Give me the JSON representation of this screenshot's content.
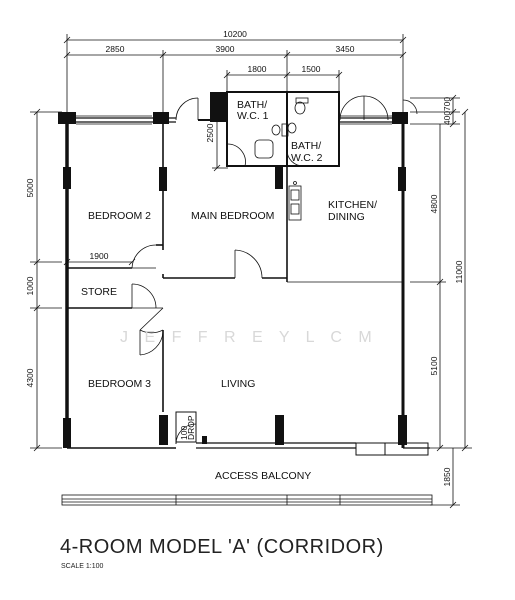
{
  "title": "4-ROOM MODEL 'A' (CORRIDOR)",
  "scale": "SCALE 1:100",
  "watermark": "J E F F R E Y   L C M",
  "rooms": {
    "bedroom2": "BEDROOM 2",
    "main_bedroom": "MAIN BEDROOM",
    "bath_wc1_line1": "BATH/",
    "bath_wc1_line2": "W.C. 1",
    "bath_wc2_line1": "BATH/",
    "bath_wc2_line2": "W.C. 2",
    "kitchen_line1": "KITCHEN/",
    "kitchen_line2": "DINING",
    "store": "STORE",
    "bedroom3": "BEDROOM 3",
    "living": "LIVING",
    "access_balcony": "ACCESS BALCONY",
    "drop": "DROP",
    "drop_size": "100"
  },
  "dimensions": {
    "overall_width": "10200",
    "w_2850": "2850",
    "w_3900": "3900",
    "w_3450": "3450",
    "w_1800": "1800",
    "w_1500": "1500",
    "w_1900": "1900",
    "h_2500": "2500",
    "h_5000": "5000",
    "h_1000": "1000",
    "h_4300": "4300",
    "h_700": "700",
    "h_400": "400",
    "h_4800": "4800",
    "h_11000": "11000",
    "h_5100": "5100",
    "h_1850": "1850"
  }
}
